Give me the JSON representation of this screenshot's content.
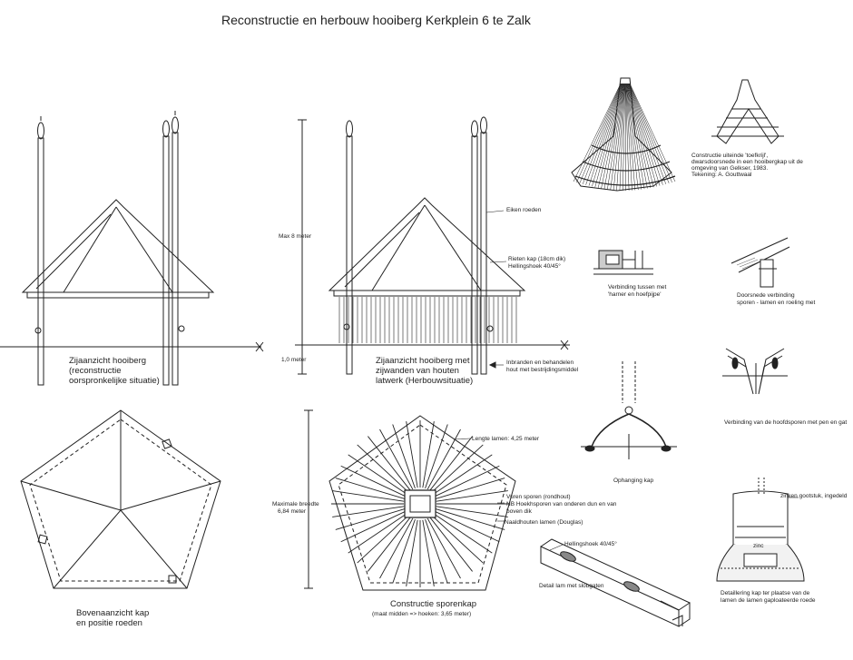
{
  "title": "Reconstructie en herbouw hooiberg Kerkplein 6 te Zalk",
  "side_view_original": {
    "caption_line1": "Zijaanzicht hooiberg",
    "caption_line2": "(reconstructie",
    "caption_line3": "oorspronkelijke situatie)"
  },
  "side_view_rebuild": {
    "caption_line1": "Zijaanzicht hooiberg met",
    "caption_line2": "zijwanden van houten",
    "caption_line3": "latwerk  (Herbouwsituatie)",
    "label_height": "Max 8 meter",
    "label_depth": "1,0 meter",
    "label_oak_poles": "Eiken roeden",
    "label_roof_line1": "Rieten kap (18cm dik)",
    "label_roof_line2": "Hellingshoek 40/45°",
    "label_base_line1": "Inbranden en behandelen",
    "label_base_line2": "hout met bestrijdingsmiddel"
  },
  "top_view": {
    "caption_line1": "Bovenaanzicht kap",
    "caption_line2": "en positie roeden"
  },
  "rafter_roof": {
    "caption_line1": "Constructie sporenkap",
    "caption_line2": "(maat midden => hoeken: 3,65 meter)",
    "label_width_line1": "Maximale breedte",
    "label_width_line2": "6,84 meter",
    "label_length": "Lengte lamen: 4,25 meter",
    "label_rafters_line1": "Vuren sporen (rondhout)",
    "label_rafters_line2": "NB Hoekhsporen van onderen dun en van",
    "label_rafters_line3": "boven dik",
    "label_laths": "Naaldhouten lamen (Douglas)"
  },
  "detail_lath": {
    "label_slope": "Hellingshoek 40/45°",
    "caption": "Detail lam met slobgaten"
  },
  "detail_top": {
    "caption_line1": "Constructie uiteinde 'toefkrijl',",
    "caption_line2": "dwarsdoorsnede in een hooibergkap uit de",
    "caption_line3": "omgeving van Gelkser, 1983.",
    "caption_line4": "Tekening: A. Gouttwaal"
  },
  "detail_bolt": {
    "caption_line1": "Verbinding tussen met",
    "caption_line2": "'harner en hoefpijpe'"
  },
  "detail_section": {
    "caption_line1": "Doorsnede verbinding",
    "caption_line2": "sporen - lamen en roeling met"
  },
  "detail_suspension": {
    "caption": "Ophanging kap"
  },
  "detail_peg": {
    "caption": "Verbinding van de hoofdsporen met pen en gat"
  },
  "detail_ridge": {
    "label_top": "zinken gootstuk, ingedeld",
    "label_mid": "zinc",
    "caption_line1": "Detaillering kap ter plaatse van de",
    "caption_line2": "lamen de lamen gaploateerde roede"
  }
}
